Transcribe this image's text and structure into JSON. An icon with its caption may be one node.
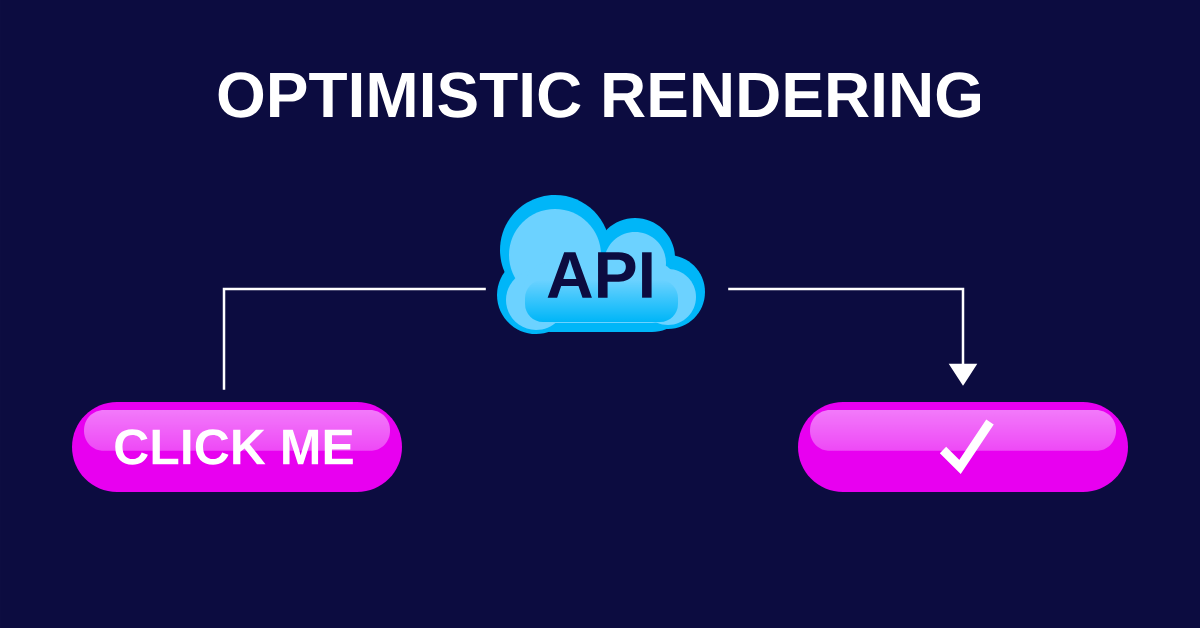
{
  "diagram": {
    "title": "OPTIMISTIC RENDERING",
    "nodes": [
      {
        "text": [
          "CLICK ME"
        ]
      },
      {
        "text": [
          "API"
        ]
      },
      {
        "text": [],
        "shape": "box"
      }
    ],
    "edges": [
      {
        "from": 0,
        "to": 1,
        "arrow": "none"
      },
      {
        "from": 1,
        "to": 2,
        "arrow": "to"
      }
    ]
  }
}
